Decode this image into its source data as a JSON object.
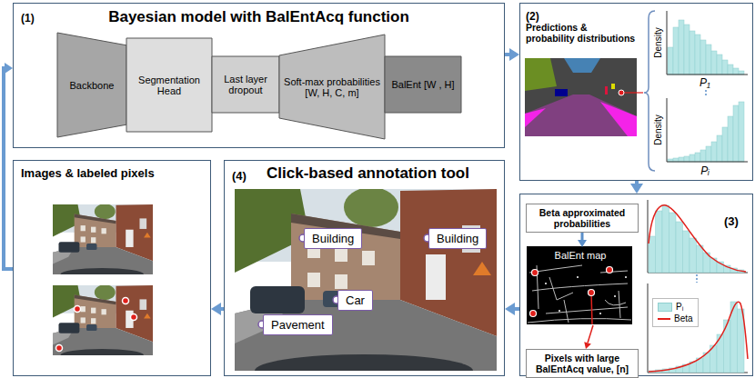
{
  "diagram": {
    "nodes": [
      {
        "text": [
          "(1)",
          "Bayesian model with BalEntAcq function"
        ]
      },
      {
        "text": [
          "Backbone"
        ],
        "in": 0
      },
      {
        "text": [
          "Segmentation Head"
        ],
        "in": 0
      },
      {
        "text": [
          "Last layer dropout"
        ],
        "in": 0
      },
      {
        "text": [
          "Soft-max probabilities [W, H, C, m]"
        ],
        "in": 0
      },
      {
        "text": [
          "BalEnt [W , H]"
        ],
        "in": 0
      },
      {
        "text": [
          "(2)",
          "Predictions & probability distributions"
        ]
      },
      {
        "text": [
          "(3)"
        ]
      },
      {
        "text": [
          "Beta approximated probabilities"
        ],
        "in": 7
      },
      {
        "text": [
          "BalEnt map"
        ],
        "in": 7
      },
      {
        "text": [
          "Pixels with large BalEntAcq value, [n]"
        ],
        "in": 7
      },
      {
        "text": [
          "(4)",
          "Click-based annotation tool"
        ]
      },
      {
        "text": [
          "Building"
        ],
        "in": 11
      },
      {
        "text": [
          "Building"
        ],
        "in": 11
      },
      {
        "text": [
          "Car"
        ],
        "in": 11
      },
      {
        "text": [
          "Pavement"
        ],
        "in": 11
      },
      {
        "text": [
          "Images & labeled pixels"
        ]
      }
    ],
    "edges": [
      {
        "from": 0,
        "to": 6,
        "arrow": "to"
      },
      {
        "from": 6,
        "to": 7,
        "arrow": "to"
      },
      {
        "from": 8,
        "to": 9,
        "arrow": "to"
      },
      {
        "from": 9,
        "to": 10,
        "arrow": "to"
      },
      {
        "from": 7,
        "to": 11,
        "arrow": "to"
      },
      {
        "from": 11,
        "to": 16,
        "arrow": "to"
      },
      {
        "from": 16,
        "to": 0,
        "arrow": "to"
      }
    ],
    "labels": [
      "Density",
      "P₁",
      "Density",
      "Pᵢ"
    ],
    "legend": [
      {
        "text": "Pᵢ",
        "color": "#b8e6e6"
      },
      {
        "text": "Beta"
      }
    ]
  }
}
